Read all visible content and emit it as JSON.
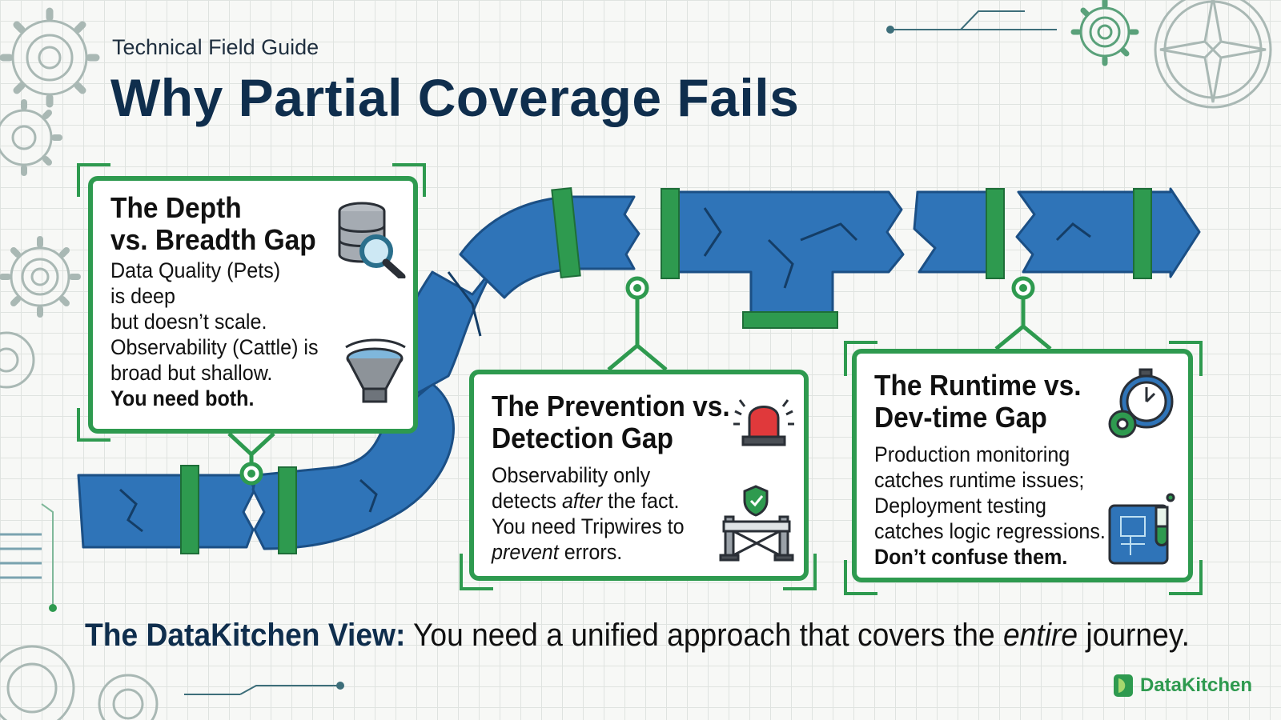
{
  "header": {
    "subtitle": "Technical Field Guide",
    "title": "Why Partial Coverage Fails"
  },
  "cards": [
    {
      "title_lines": [
        "The Depth",
        "vs. Breadth Gap"
      ],
      "body_lines": [
        "Data Quality (Pets)",
        "is deep",
        "but doesn’t scale.",
        "Observability (Cattle) is",
        "broad but shallow."
      ],
      "emphasis": "You need both.",
      "icons": [
        "database-search-icon",
        "funnel-icon"
      ]
    },
    {
      "title_lines": [
        "The Prevention vs.",
        "Detection Gap"
      ],
      "body": {
        "line1": "Observability only",
        "line2_pre": "detects ",
        "line2_em": "after",
        "line2_post": " the fact.",
        "line3": "You need Tripwires to",
        "line4_em": "prevent",
        "line4_post": " errors."
      },
      "icons": [
        "alarm-siren-icon",
        "barrier-shield-icon"
      ]
    },
    {
      "title_lines": [
        "The Runtime vs.",
        "Dev-time Gap"
      ],
      "body_lines": [
        "Production monitoring",
        "catches runtime issues;",
        "Deployment testing",
        "catches logic regressions."
      ],
      "emphasis": "Don’t confuse them.",
      "icons": [
        "stopwatch-gear-icon",
        "blueprint-flask-icon"
      ]
    }
  ],
  "footer": {
    "view_label": "The DataKitchen View:",
    "view_text_pre": " You need a unified approach that covers the ",
    "view_text_em": "entire",
    "view_text_post": " journey."
  },
  "brand": {
    "name": "DataKitchen"
  },
  "colors": {
    "pipe_blue": "#2f74b8",
    "pipe_outline": "#1b4f85",
    "accent_green": "#2e9a4f",
    "title_navy": "#0f2e4d"
  }
}
